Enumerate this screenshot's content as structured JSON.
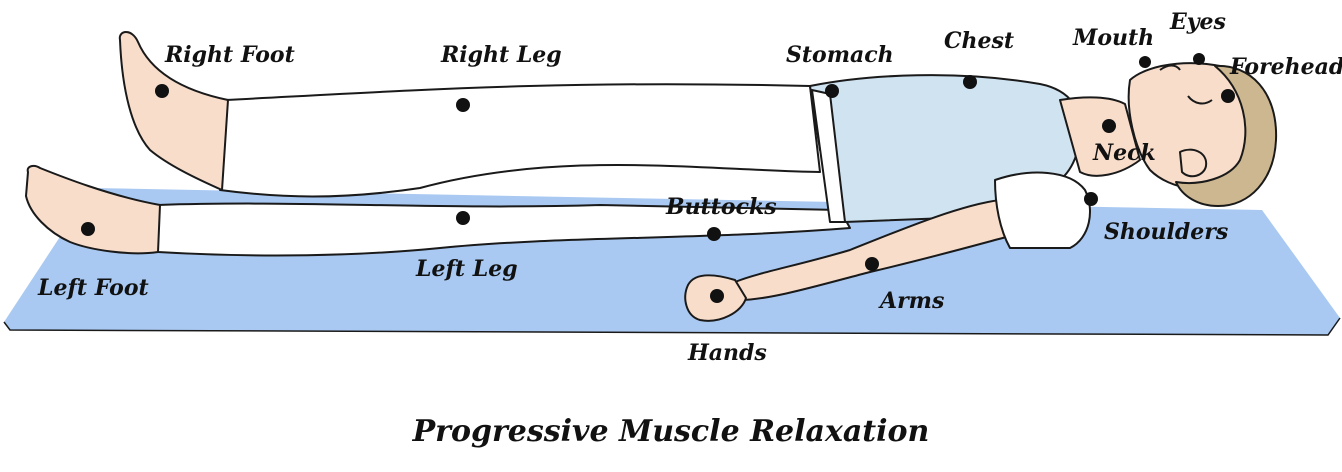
{
  "title": "Progressive Muscle Relaxation",
  "colors": {
    "mat": "#a9c9f2",
    "mat_edge": "#8fb3e3",
    "skin": "#f8ddcb",
    "shirt": "#cfe3f1",
    "pants": "#ffffff",
    "hair": "#cdb790",
    "outline": "#1a1a1a",
    "marker": "#111111"
  },
  "labels": {
    "right_foot": "Right Foot",
    "right_leg": "Right Leg",
    "stomach": "Stomach",
    "chest": "Chest",
    "mouth": "Mouth",
    "eyes": "Eyes",
    "forehead": "Forehead",
    "neck": "Neck",
    "buttocks": "Buttocks",
    "shoulders": "Shoulders",
    "left_foot": "Left Foot",
    "left_leg": "Left Leg",
    "arms": "Arms",
    "hands": "Hands"
  }
}
